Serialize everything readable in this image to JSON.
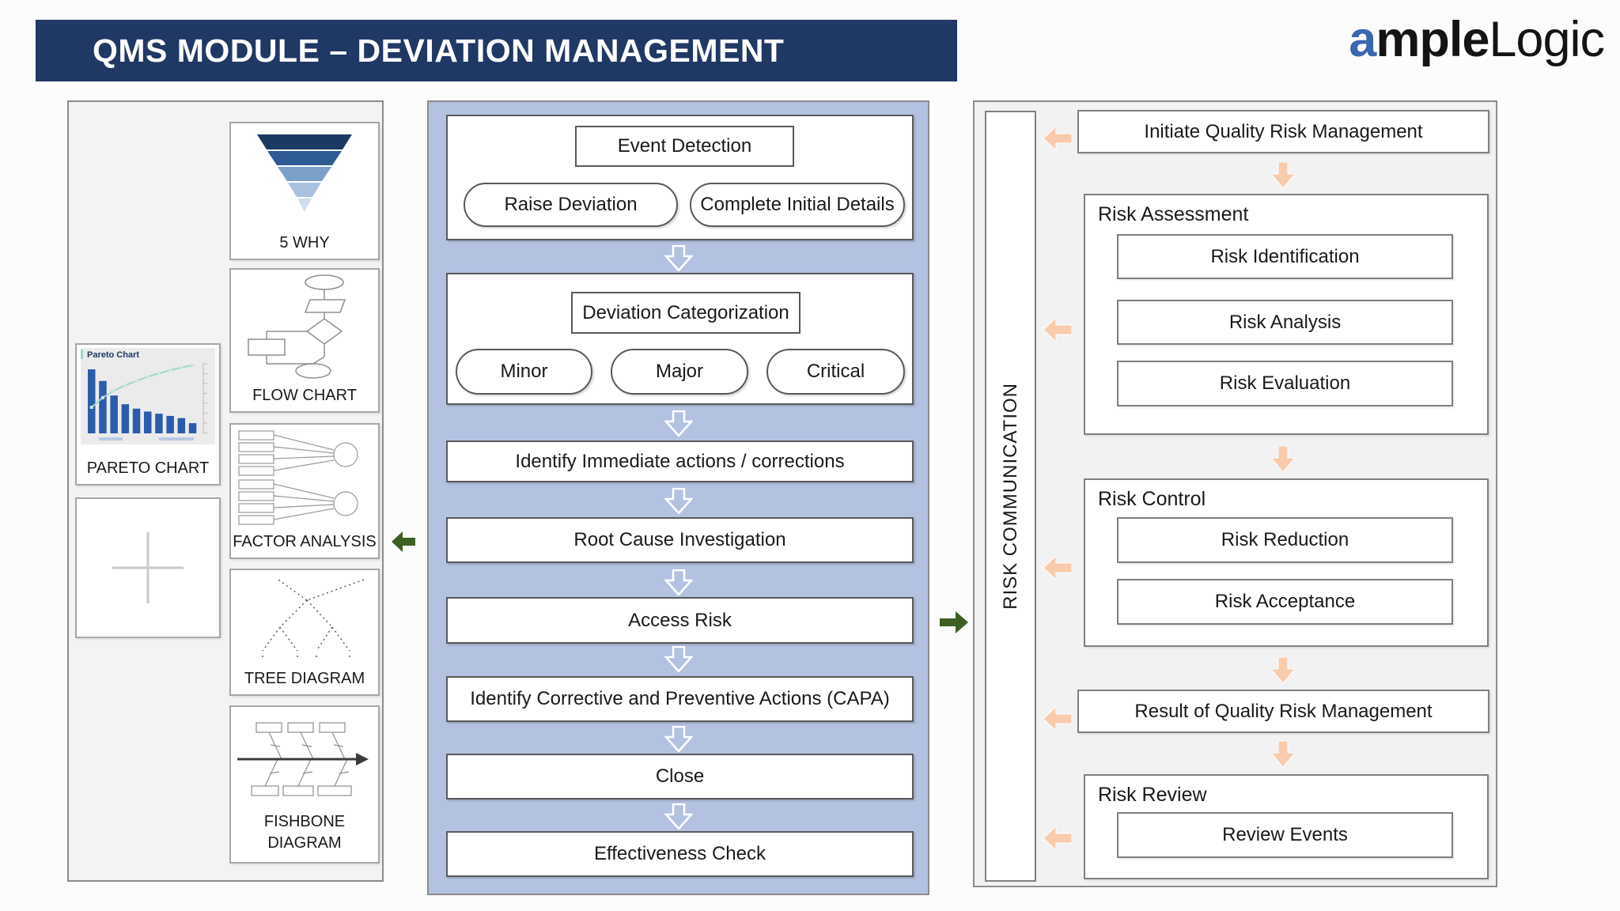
{
  "header": {
    "title": "QMS MODULE – DEVIATION MANAGEMENT"
  },
  "logo": {
    "part_a": "a",
    "part_mple": "mple",
    "part_logic": "Logic"
  },
  "toolbox": {
    "cards": {
      "five_why": {
        "label": "5 WHY"
      },
      "flow_chart": {
        "label": "FLOW CHART"
      },
      "pareto": {
        "label": "PARETO CHART",
        "thumb_title": "Pareto Chart"
      },
      "factor": {
        "label": "FACTOR ANALYSIS"
      },
      "tree": {
        "label": "TREE DIAGRAM"
      },
      "fishbone": {
        "label": "FISHBONE DIAGRAM"
      }
    },
    "pareto_thumb": {
      "type": "pareto",
      "bars": [
        88,
        72,
        52,
        40,
        34,
        30,
        27,
        24,
        21,
        14
      ],
      "cumulative": [
        22,
        40,
        53,
        63,
        71,
        79,
        85,
        91,
        96,
        100
      ]
    }
  },
  "deviation_flow": {
    "event_detection": {
      "title": "Event Detection",
      "options": [
        "Raise Deviation",
        "Complete Initial Details"
      ]
    },
    "categorization": {
      "title": "Deviation Categorization",
      "options": [
        "Minor",
        "Major",
        "Critical"
      ]
    },
    "steps": [
      "Identify Immediate actions / corrections",
      "Root Cause Investigation",
      "Access Risk",
      "Identify Corrective and Preventive Actions (CAPA)",
      "Close",
      "Effectiveness Check"
    ]
  },
  "risk_flow": {
    "communication_label": "RISK COMMUNICATION",
    "initiate": "Initiate Quality Risk Management",
    "assessment": {
      "title": "Risk Assessment",
      "items": [
        "Risk Identification",
        "Risk Analysis",
        "Risk Evaluation"
      ]
    },
    "control": {
      "title": "Risk Control",
      "items": [
        "Risk Reduction",
        "Risk Acceptance"
      ]
    },
    "result": "Result of Quality Risk Management",
    "review": {
      "title": "Risk Review",
      "items": [
        "Review Events"
      ]
    }
  },
  "colors": {
    "banner_bg": "#203864",
    "banner_text": "#ffffff",
    "middle_panel_bg": "#b3c2e1",
    "side_panel_bg": "#f2f2f2",
    "orange_arrow": "#f8cbad",
    "green_arrow": "#3e5f23",
    "logo_blue": "#3a67ad",
    "pareto_bar_blue": "#2a5caa",
    "pareto_line_teal": "#9fd5cb"
  }
}
